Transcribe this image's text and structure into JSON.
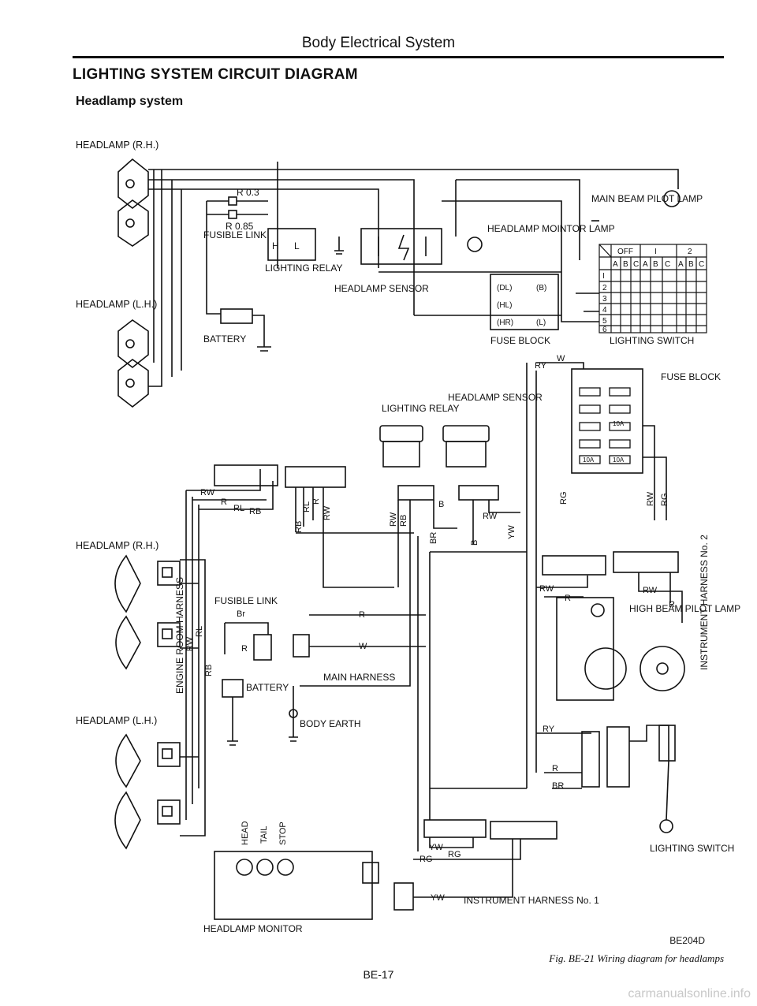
{
  "page": {
    "header": "Body Electrical System",
    "section_title": "LIGHTING SYSTEM CIRCUIT DIAGRAM",
    "subsection_title": "Headlamp system",
    "figure_code": "BE204D",
    "caption": "Fig. BE-21  Wiring diagram for headlamps",
    "page_number": "BE-17",
    "watermark": "carmanualsonline.info"
  },
  "schematic": {
    "headlamp_rh": "HEADLAMP (R.H.)",
    "headlamp_lh": "HEADLAMP (L.H.)",
    "fusible_link": "FUSIBLE LINK",
    "wire_r03": "R 0.3",
    "wire_r085": "R 0.85",
    "battery": "BATTERY",
    "lighting_relay": "LIGHTING RELAY",
    "headlamp_sensor": "HEADLAMP SENSOR",
    "monitor_lamp": "HEADLAMP MOINTOR LAMP",
    "main_beam": "MAIN BEAM PILOT LAMP",
    "fuse_block": "FUSE BLOCK",
    "lighting_switch": "LIGHTING SWITCH",
    "fuse_terms": [
      "(DL)",
      "(B)",
      "(HL)",
      "(HR)",
      "(L)"
    ],
    "relay_terms": [
      "H",
      "L"
    ],
    "switch_table": {
      "header": [
        "OFF",
        "I",
        "2"
      ],
      "cols": [
        "A",
        "B",
        "C",
        "A",
        "B",
        "C",
        "A",
        "B",
        "C"
      ],
      "rows": [
        "I",
        "2",
        "3",
        "4",
        "5",
        "6"
      ]
    }
  },
  "harness": {
    "headlamp_rh": "HEADLAMP (R.H.)",
    "headlamp_lh": "HEADLAMP (L.H.)",
    "engine_room": "ENGINE ROOM HARNESS",
    "fusible_link": "FUSIBLE LINK",
    "battery": "BATTERY",
    "main_harness": "MAIN HARNESS",
    "body_earth": "BODY EARTH",
    "lighting_relay": "LIGHTING RELAY",
    "headlamp_sensor": "HEADLAMP SENSOR",
    "fuse_block": "FUSE BLOCK",
    "fuse_10a": "10A",
    "high_beam": "HIGH BEAM PILOT LAMP",
    "instrument_2": "INSTRUMENT HARNESS No. 2",
    "instrument_1": "INSTRUMENT HARNESS No. 1",
    "lighting_switch": "LIGHTING SWITCH",
    "headlamp_monitor": "HEADLAMP MONITOR",
    "monitor_labels": [
      "HEAD",
      "TAIL",
      "STOP"
    ],
    "wire_codes": {
      "rw": "RW",
      "r": "R",
      "rl": "RL",
      "rb": "RB",
      "br": "Br",
      "w": "W",
      "ry": "RY",
      "yw": "YW",
      "rg": "RG",
      "bcode": "B",
      "brcode": "BR",
      "bwire": "B"
    }
  }
}
